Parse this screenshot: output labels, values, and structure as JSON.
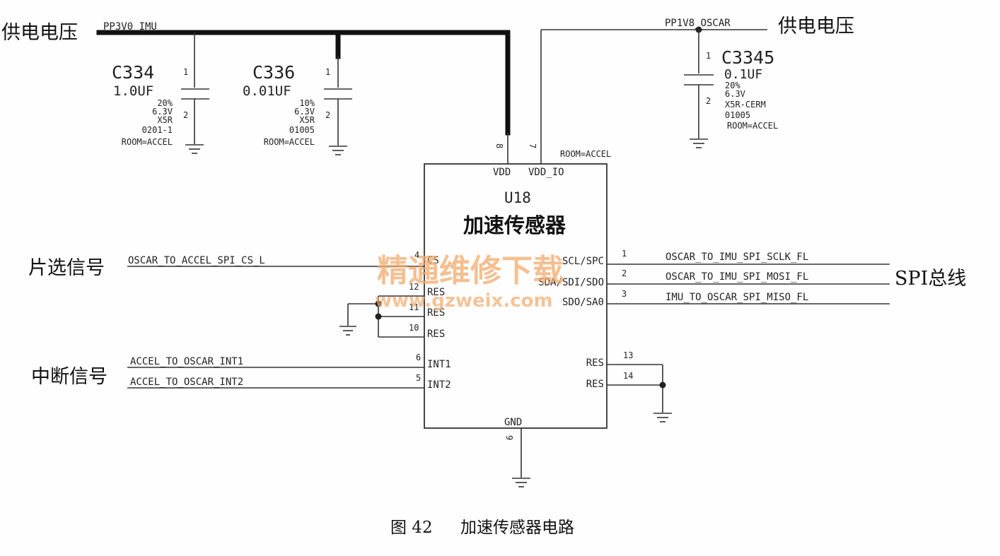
{
  "annotations": {
    "supply_left": "供电电压",
    "supply_right": "供电电压",
    "chip_select": "片选信号",
    "interrupt": "中断信号",
    "spi_bus": "SPI总线"
  },
  "nets": {
    "pp3v0": "PP3V0_IMU",
    "pp1v8": "PP1V8_OSCAR",
    "cs": "OSCAR_TO_ACCEL_SPI_CS_L",
    "int1": "ACCEL_TO_OSCAR_INT1",
    "int2": "ACCEL_TO_OSCAR_INT2",
    "sclk": "OSCAR_TO_IMU_SPI_SCLK_FL",
    "mosi": "OSCAR_TO_IMU_SPI_MOSI_FL",
    "miso": "IMU_TO_OSCAR_SPI_MISO_FL"
  },
  "components": {
    "c334": {
      "ref": "C334",
      "value": "1.0UF",
      "tol": "20%",
      "volt": "6.3V",
      "diel": "X5R",
      "pkg": "0201-1",
      "room": "ROOM=ACCEL",
      "pin1": "1",
      "pin2": "2"
    },
    "c336": {
      "ref": "C336",
      "value": "0.01UF",
      "tol": "10%",
      "volt": "6.3V",
      "diel": "X5R",
      "pkg": "01005",
      "room": "ROOM=ACCEL",
      "pin1": "1",
      "pin2": "2"
    },
    "c3345": {
      "ref": "C3345",
      "value": "0.1UF",
      "tol": "20%",
      "volt": "6.3V",
      "diel": "X5R-CERM",
      "pkg": "01005",
      "room": "ROOM=ACCEL",
      "pin1": "1",
      "pin2": "2"
    }
  },
  "chip": {
    "ref": "U18",
    "name": "加速传感器",
    "room": "ROOM=ACCEL",
    "pins": {
      "vdd": {
        "num": "8",
        "label": "VDD"
      },
      "vddio": {
        "num": "7",
        "label": "VDD_IO"
      },
      "cs": {
        "num": "4",
        "label": "CS"
      },
      "res12": {
        "num": "12",
        "label": "RES"
      },
      "res11": {
        "num": "11",
        "label": "RES"
      },
      "res10": {
        "num": "10",
        "label": "RES"
      },
      "int1": {
        "num": "6",
        "label": "INT1"
      },
      "int2": {
        "num": "5",
        "label": "INT2"
      },
      "scl": {
        "num": "1",
        "label": "SCL/SPC"
      },
      "sda": {
        "num": "2",
        "label": "SDA/SDI/SDO"
      },
      "sdo": {
        "num": "3",
        "label": "SDO/SA0"
      },
      "res13": {
        "num": "13",
        "label": "RES"
      },
      "res14": {
        "num": "14",
        "label": "RES"
      },
      "gnd": {
        "num": "9",
        "label": "GND"
      }
    }
  },
  "watermark": {
    "line1": "精通维修下载",
    "line2": "www.gzweix.com"
  },
  "caption": {
    "figure": "图 42",
    "title": "加速传感器电路"
  }
}
